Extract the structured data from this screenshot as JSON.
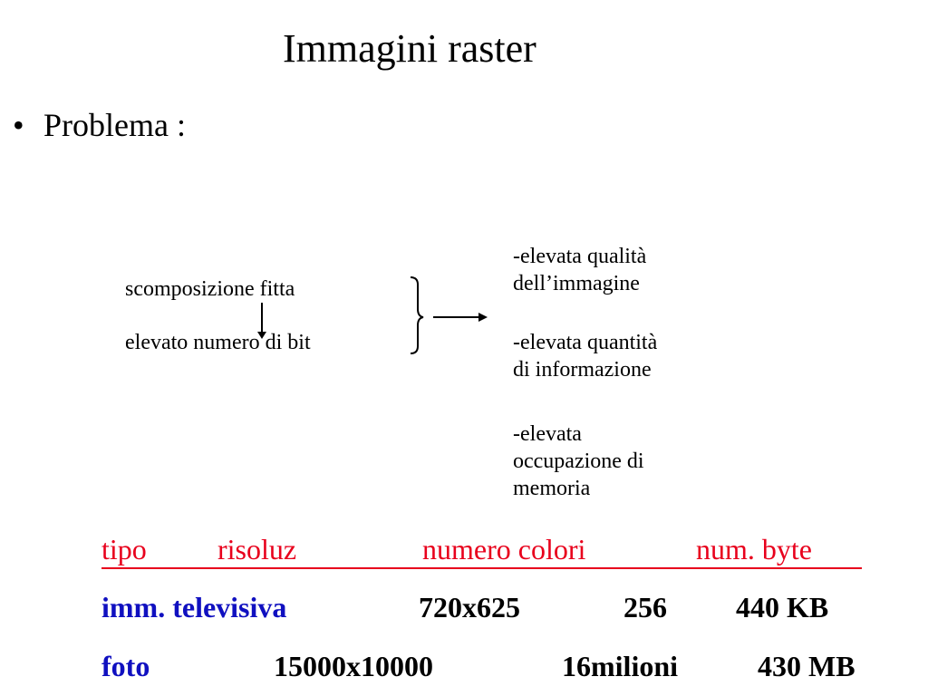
{
  "slide": {
    "title": "Immagini raster",
    "bullet": "•",
    "bullet_text": "Problema :"
  },
  "diagram": {
    "left_top": "scomposizione fitta",
    "left_bottom": "elevato numero di bit",
    "results": [
      [
        "-elevata qualità",
        "dell’immagine"
      ],
      [
        "-elevata quantità",
        "di informazione"
      ],
      [
        "-elevata",
        "occupazione di",
        "memoria"
      ]
    ]
  },
  "table": {
    "headers": [
      "tipo",
      "risoluz",
      "numero colori",
      "num. byte"
    ],
    "rows": [
      {
        "tipo": "imm. televisiva",
        "risoluz": "720x625",
        "colori": "256",
        "byte": "440 KB"
      },
      {
        "tipo": "foto",
        "risoluz": "15000x10000",
        "colori": "16milioni",
        "byte": "430 MB"
      }
    ]
  },
  "colors": {
    "header": "#e8001c",
    "row_label": "#1010c0",
    "text": "#000000"
  }
}
